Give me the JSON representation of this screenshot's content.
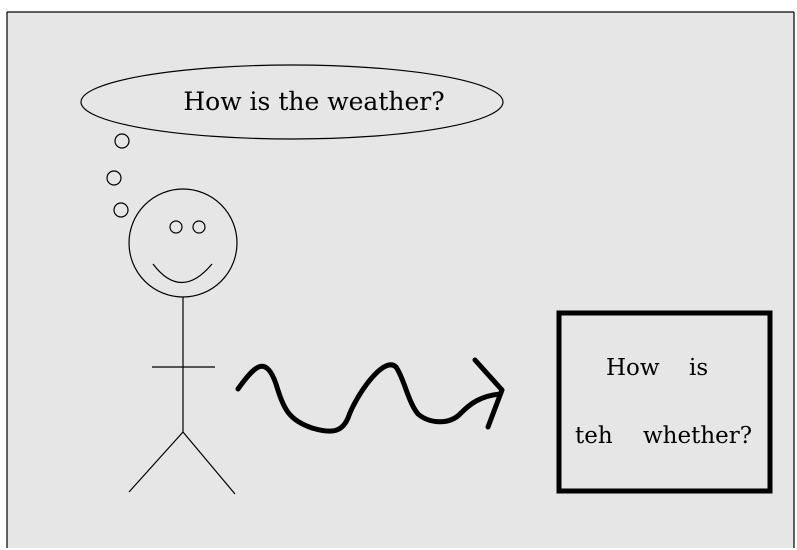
{
  "thought_bubble": {
    "text": "How is the weather?"
  },
  "output_box": {
    "line1_word1": "How",
    "line1_word2": "is",
    "line2_word1": "teh",
    "line2_word2": "whether?"
  },
  "colors": {
    "background": "#e6e6e6",
    "frame": "#000000",
    "ink": "#000000"
  }
}
